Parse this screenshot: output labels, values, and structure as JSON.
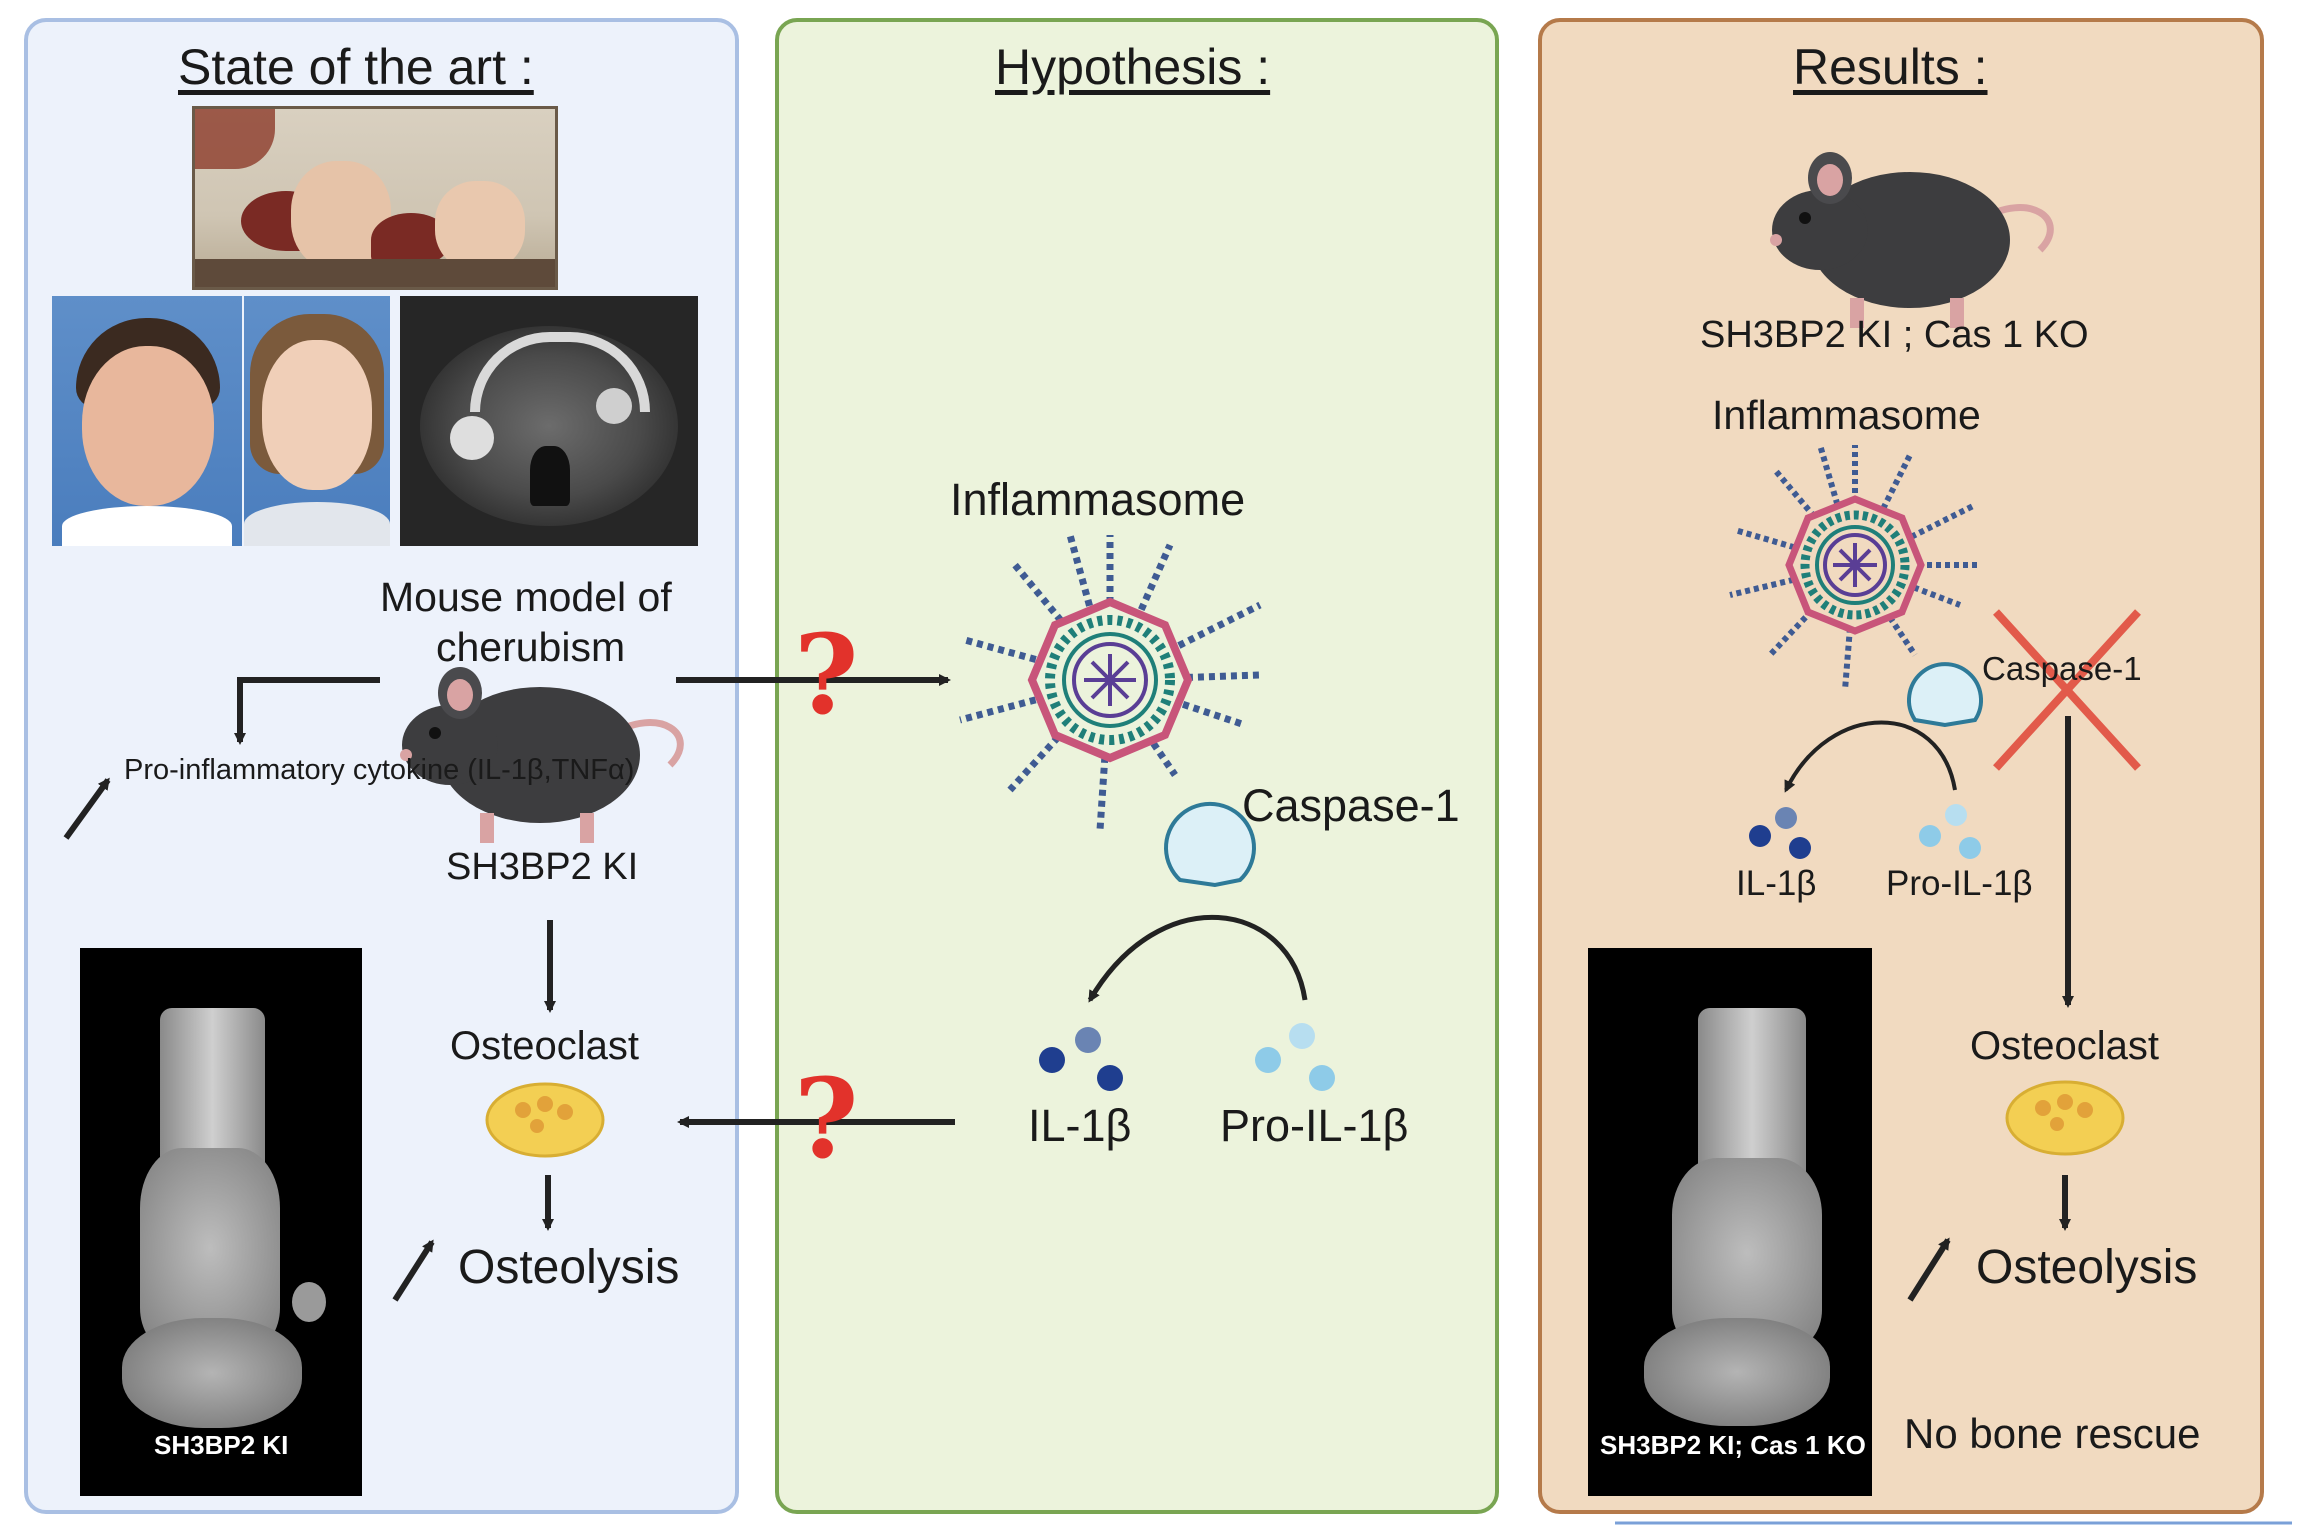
{
  "panels": {
    "state": {
      "title": "State of the art :",
      "mouse_model": "Mouse model of cherubism",
      "cytokine": "Pro-inflammatory cytokine (IL-1β,TNFα)",
      "mouse_label": "SH3BP2 KI",
      "osteoclast": "Osteoclast",
      "osteolysis": "Osteolysis",
      "bone_caption": "SH3BP2 KI"
    },
    "hypothesis": {
      "title": "Hypothesis :",
      "inflammasome": "Inflammasome",
      "caspase": "Caspase-1",
      "il1b": "IL-1β",
      "pro_il1b": "Pro-IL-1β",
      "question_mark": "?"
    },
    "results": {
      "title": "Results :",
      "mouse_label": "SH3BP2 KI ; Cas 1 KO",
      "inflammasome": "Inflammasome",
      "caspase": "Caspase-1",
      "il1b": "IL-1β",
      "pro_il1b": "Pro-IL-1β",
      "osteoclast": "Osteoclast",
      "osteolysis": "Osteolysis",
      "no_rescue": "No bone rescue",
      "bone_caption": "SH3BP2 KI; Cas 1 KO"
    }
  },
  "colors": {
    "arrow": "#222222",
    "question": "#e2322b",
    "cross": "#e25a4a",
    "spike": "#3f5b93",
    "ring_red": "#c8557a",
    "ring_teal": "#1f7f79",
    "core": "#5a3e95",
    "il1b": "#1f3e8f",
    "pro_il1b": "#8ecbe8",
    "osteoclast": "#f3cf53",
    "mouse": "#3d3d3f"
  }
}
